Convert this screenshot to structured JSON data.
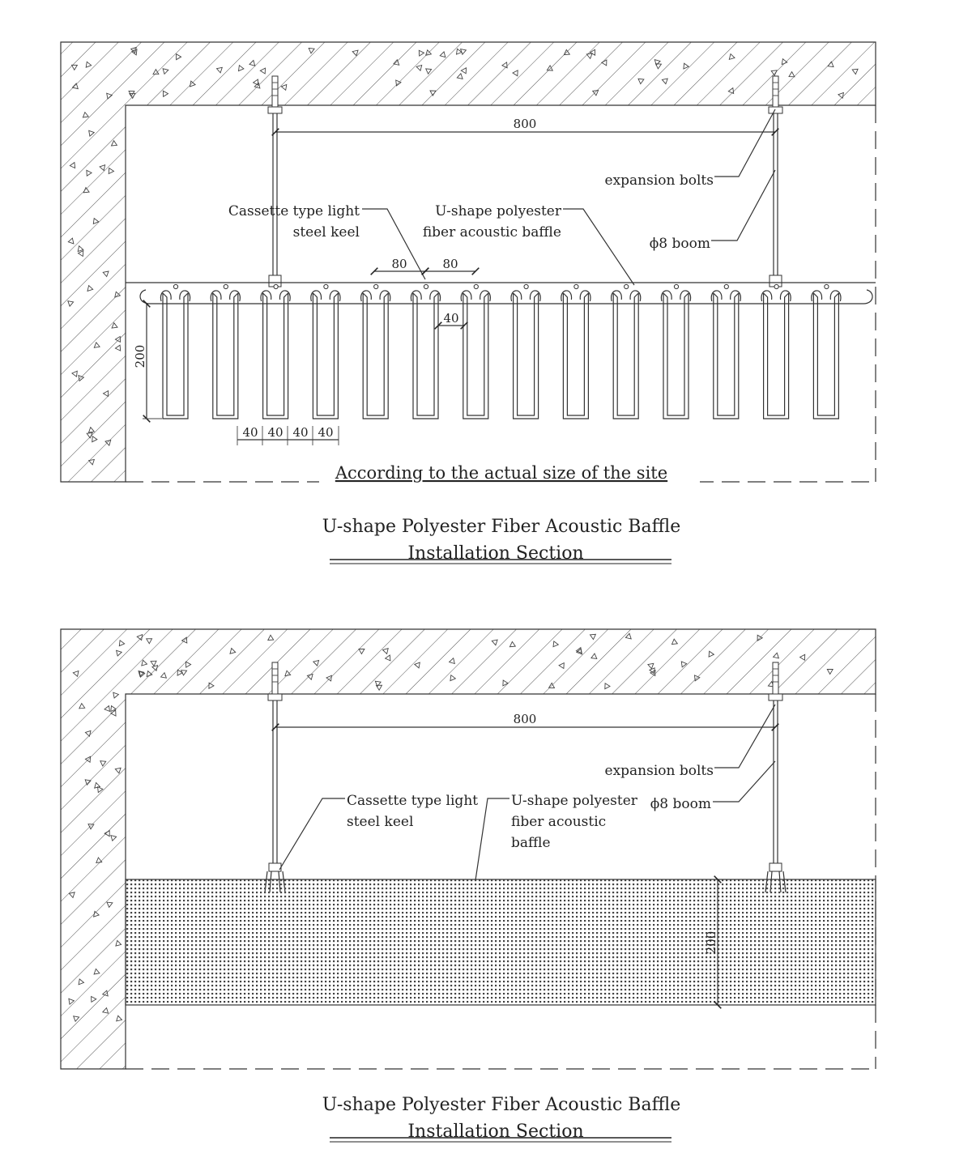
{
  "drawing1": {
    "dim_800": "800",
    "label_expansion_bolts": "expansion bolts",
    "label_boom": "ϕ8 boom",
    "label_keel_line1": "Cassette type light",
    "label_keel_line2": "steel keel",
    "label_baffle_line1": "U-shape polyester",
    "label_baffle_line2": "fiber acoustic  baffle",
    "dim_80_a": "80",
    "dim_80_b": "80",
    "dim_40_gap": "40",
    "dim_200": "200",
    "dim_40_bottom": [
      "40",
      "40",
      "40",
      "40"
    ],
    "note_site": "According to the actual size of the site",
    "title_line1": "U-shape Polyester Fiber Acoustic Baffle",
    "title_line2": "Installation Section"
  },
  "drawing2": {
    "dim_800": "800",
    "label_expansion_bolts": "expansion bolts",
    "label_boom": "ϕ8 boom",
    "label_keel_line1": "Cassette type light",
    "label_keel_line2": "steel keel",
    "label_baffle_line1": "U-shape polyester",
    "label_baffle_line2": "fiber acoustic",
    "label_baffle_line3": "baffle",
    "dim_200": "200",
    "title_line1": "U-shape Polyester Fiber Acoustic Baffle",
    "title_line2": "Installation Section"
  }
}
